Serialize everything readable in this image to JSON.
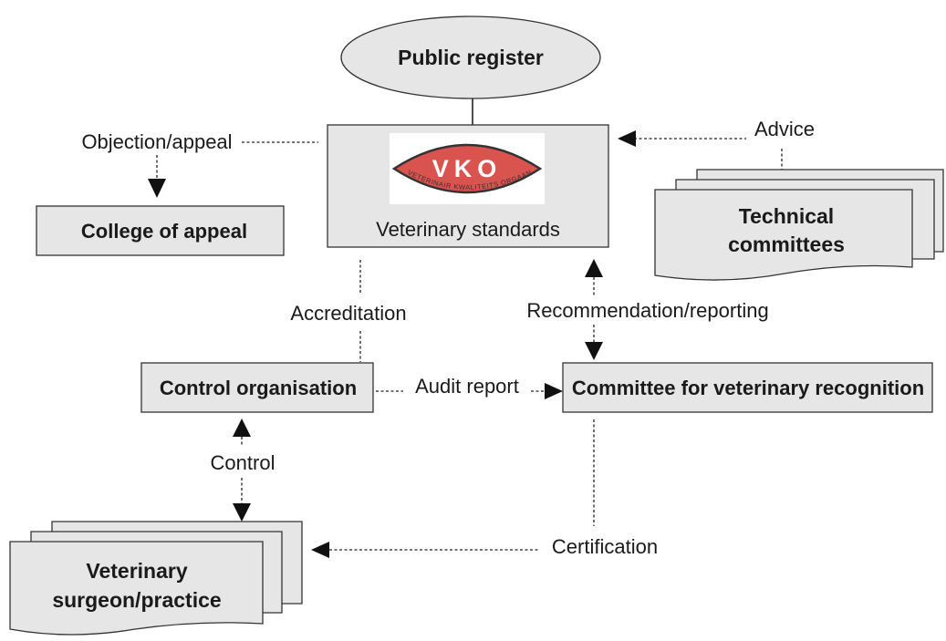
{
  "nodes": {
    "public_register": "Public register",
    "veterinary_standards": "Veterinary standards",
    "college_of_appeal": "College of appeal",
    "technical_committees_line1": "Technical",
    "technical_committees_line2": "committees",
    "control_organisation": "Control organisation",
    "committee_recognition": "Committee for veterinary recognition",
    "vet_surgeon_line1": "Veterinary",
    "vet_surgeon_line2": "surgeon/practice"
  },
  "logo": {
    "letters": "VKO",
    "subtitle": "VETERINAIR KWALITEITS ORGAAN",
    "colors": {
      "red": "#d9534f",
      "dark": "#333333"
    }
  },
  "edge_labels": {
    "objection_appeal": "Objection/appeal",
    "advice": "Advice",
    "accreditation": "Accreditation",
    "recommendation_reporting": "Recommendation/reporting",
    "audit_report": "Audit report",
    "control": "Control",
    "certification": "Certification"
  }
}
